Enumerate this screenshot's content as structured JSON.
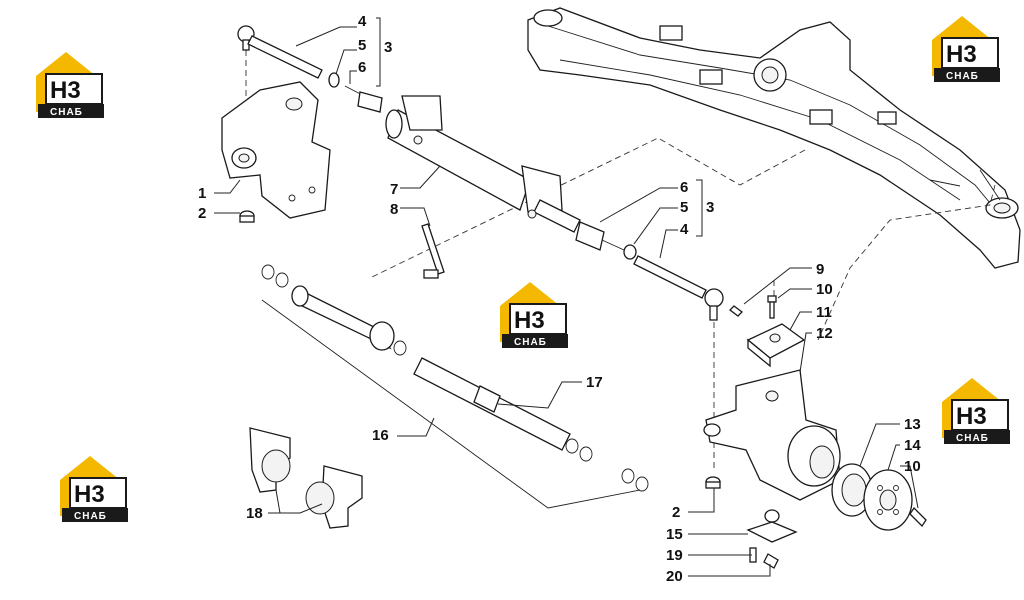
{
  "logo": {
    "mark": "H3",
    "sub": "СНАБ",
    "colors": {
      "accent": "#f5b800",
      "dark": "#1a1a1a"
    }
  },
  "callouts": {
    "c1": "1",
    "c2": "2",
    "c3": "3",
    "c4": "4",
    "c5": "5",
    "c6": "6",
    "c7": "7",
    "c8": "8",
    "c9": "9",
    "c10": "10",
    "c11": "11",
    "c12": "12",
    "c13": "13",
    "c14": "14",
    "c15": "15",
    "c16": "16",
    "c17": "17",
    "c18": "18",
    "c19": "19",
    "c20": "20"
  }
}
